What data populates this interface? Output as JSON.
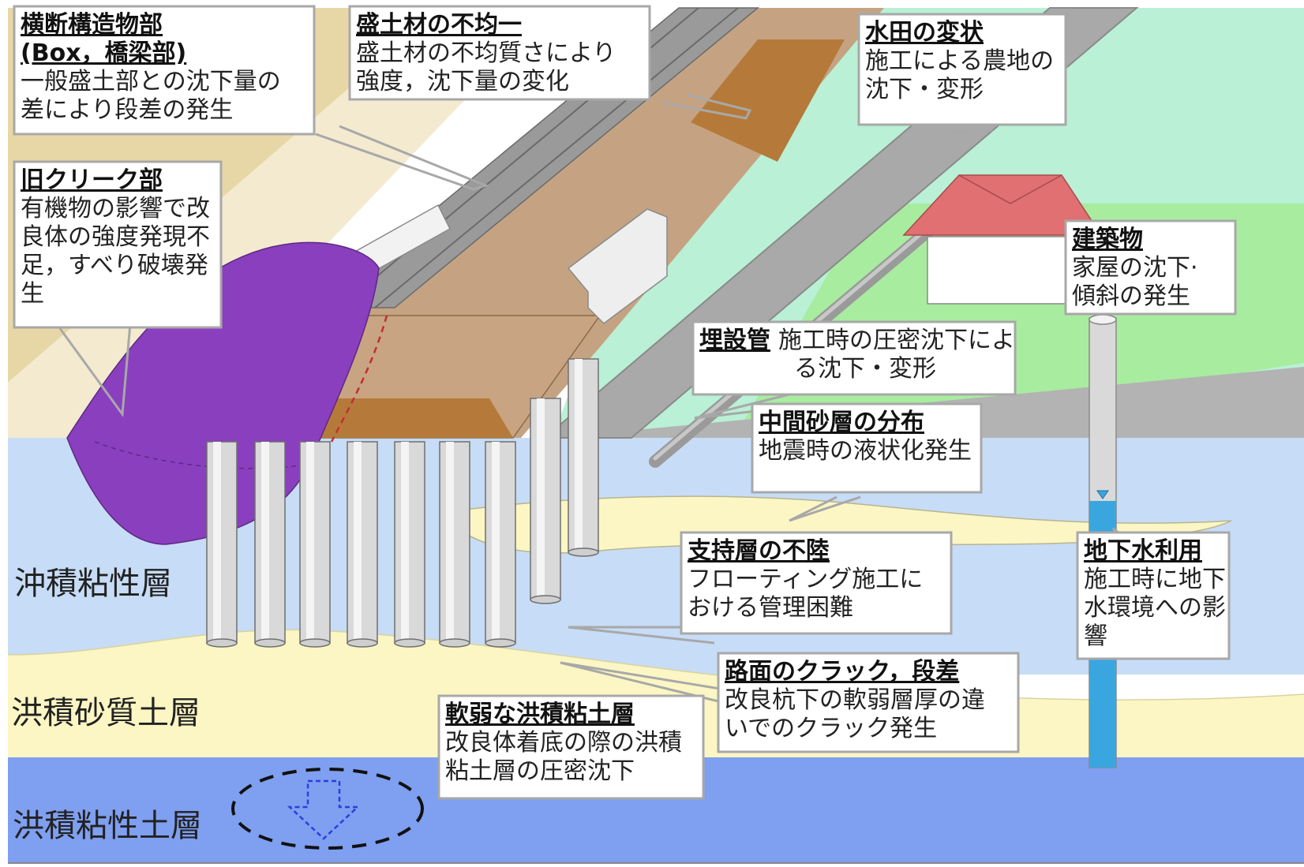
{
  "layers": {
    "alluvial_clay": "沖積粘性層",
    "diluvial_sand": "洪積砂質土層",
    "diluvial_clay": "洪積粘性土層"
  },
  "callouts": [
    {
      "id": "box",
      "title_lines": [
        "横断構造物部",
        "(Box，橋梁部)"
      ],
      "body_lines": [
        "一般盛土部との沈下量の",
        "差により段差の発生"
      ]
    },
    {
      "id": "fill",
      "title_lines": [
        "盛土材の不均一"
      ],
      "body_lines": [
        "盛土材の不均質さにより",
        "強度，沈下量の変化"
      ]
    },
    {
      "id": "paddy",
      "title_lines": [
        "水田の変状"
      ],
      "body_lines": [
        "施工による農地の",
        "沈下・変形"
      ]
    },
    {
      "id": "creek",
      "title_lines": [
        "旧クリーク部"
      ],
      "body_lines": [
        "有機物の影響で改",
        "良体の強度発現不",
        "足，すべり破壊発",
        "生"
      ]
    },
    {
      "id": "building",
      "title_lines": [
        "建築物"
      ],
      "body_lines": [
        "家屋の沈下·",
        "傾斜の発生"
      ]
    },
    {
      "id": "pipe",
      "title_lines": [
        "埋設管"
      ],
      "body_lines": [
        "施工時の圧密沈下によ",
        "る沈下・変形"
      ]
    },
    {
      "id": "sand",
      "title_lines": [
        "中間砂層の分布"
      ],
      "body_lines": [
        "地震時の液状化発生"
      ]
    },
    {
      "id": "support",
      "title_lines": [
        "支持層の不陸"
      ],
      "body_lines": [
        "フローティング施工に",
        "おける管理困難"
      ]
    },
    {
      "id": "groundwater",
      "title_lines": [
        "地下水利用"
      ],
      "body_lines": [
        "施工時に地下",
        "水環境への影",
        "響"
      ]
    },
    {
      "id": "crack",
      "title_lines": [
        "路面のクラック，段差"
      ],
      "body_lines": [
        "改良杭下の軟弱層厚の違",
        "いでのクラック発生"
      ]
    },
    {
      "id": "softclay",
      "title_lines": [
        "軟弱な洪積粘土層"
      ],
      "body_lines": [
        "改良体着底の際の洪積",
        "粘土層の圧密沈下"
      ]
    }
  ],
  "colors": {
    "alluvial_clay": "#c7dcf6",
    "diluvial_sand": "#fbf6c3",
    "diluvial_clay": "#7f9ff0",
    "slope_left": "#e8d7a6",
    "field_right": "#b9f0d6",
    "embankment": "#c5a382",
    "creek": "#8a3fbf",
    "house_roof": "#e07072",
    "callout_border": "#a8a8a8"
  }
}
